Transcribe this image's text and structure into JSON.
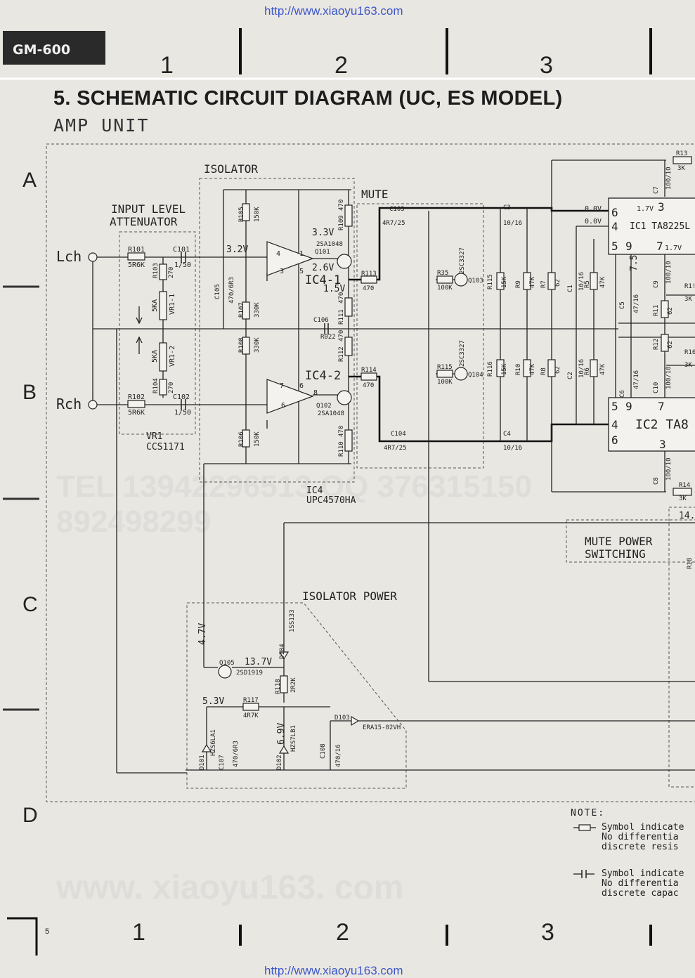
{
  "watermark_url_top": "http://www.xiaoyu163.com",
  "watermark_url_bottom": "http://www.xiaoyu163.com",
  "watermark_tel": "TEL 13942296513  QQ 376315150  892498299",
  "watermark_site": "www. xiaoyu163. com",
  "model_badge": "GM-600",
  "grid": {
    "columns": [
      "1",
      "2",
      "3"
    ],
    "rows": [
      "A",
      "B",
      "C",
      "D"
    ],
    "page_number": "5"
  },
  "title": "5. SCHEMATIC CIRCUIT DIAGRAM (UC, ES MODEL)",
  "subtitle": "AMP UNIT",
  "blocks": {
    "isolator": "ISOLATOR",
    "mute": "MUTE",
    "input_level": "INPUT LEVEL",
    "attenuator": "ATTENUATOR",
    "isolator_power": "ISOLATOR POWER",
    "mute_power": "MUTE POWER",
    "switching": "SWITCHING"
  },
  "inputs": {
    "left": "Lch",
    "right": "Rch"
  },
  "ic4": {
    "label": "IC4",
    "part": "UPC4570HA",
    "stage1": "IC4-1",
    "stage2": "IC4-2"
  },
  "vr1": {
    "label": "VR1",
    "part": "CCS1171",
    "r1": "VR1-1",
    "r2": "VR1-2",
    "val": "5KA"
  },
  "ic1": {
    "label": "IC1 TA8225L",
    "pin6": "6",
    "pin4": "4",
    "pin5": "5",
    "pin9": "9",
    "pin7": "7",
    "pin3": "3",
    "v3": "1.7V",
    "v7": "1.7V"
  },
  "ic2": {
    "label": "IC2 TA8",
    "pin5": "5",
    "pin9": "9",
    "pin7": "7",
    "pin4": "4",
    "pin6": "6",
    "pin3": "3"
  },
  "voltages": {
    "v32": "3.2V",
    "v33": "3.3V",
    "v26": "2.6V",
    "v15": "1.5V",
    "v0a": "0.0V",
    "v0b": "0.0V",
    "v75": "7.5V",
    "v47": "4.7V",
    "v137": "13.7V",
    "v53": "5.3V",
    "v69": "6.9V",
    "v14": "14."
  },
  "parts": {
    "r101": "R101",
    "r101v": "5R6K",
    "r102": "R102",
    "r102v": "5R6K",
    "r103": "R103",
    "r103v": "270",
    "r104": "R104",
    "r104v": "270",
    "c101": "C101",
    "c101v": "1/50",
    "c102": "C102",
    "c102v": "1/50",
    "r105": "R105",
    "r105v": "150K",
    "r106": "R106",
    "r106v": "150K",
    "r107": "R107",
    "r107v": "330K",
    "r108": "R108",
    "r108v": "330K",
    "c105": "C105",
    "c105v": "470/6R3",
    "c106": "C106",
    "r022": "R022",
    "r109": "R109",
    "r109v": "470",
    "r110": "R110",
    "r110v": "470",
    "r111": "R111",
    "r111v": "470",
    "r112": "R112",
    "r112v": "470",
    "q101": "Q101",
    "q101p": "2SA1048",
    "q102": "Q102",
    "q102p": "2SA1048",
    "r113": "R113",
    "r113v": "470",
    "r114": "R114",
    "r114v": "470",
    "c103": "C103",
    "c103v": "4R7/25",
    "c104": "C104",
    "c104v": "4R7/25",
    "r35": "R35",
    "r35v": "100K",
    "r115b": "R115",
    "r115bv": "100K",
    "q103": "Q103",
    "q104": "Q104",
    "q103p": "2SC3327",
    "q104p": "2SC3327",
    "c3": "C3",
    "c3v": "10/16",
    "c4": "C4",
    "c4v": "10/16",
    "r115": "R115",
    "r115v": "15K",
    "r116": "R116",
    "r116v": "15K",
    "r9": "R9",
    "r9v": "47K",
    "r10": "R10",
    "r10v": "47K",
    "r7": "R7",
    "r7v": "62",
    "r8": "R8",
    "r8v": "62",
    "c1": "C1",
    "c1v": "10/16",
    "c2": "C2",
    "c2v": "10/16",
    "r5": "R5",
    "r5v": "47K",
    "r6": "R6",
    "r6v": "47K",
    "c5": "C5",
    "c5v": "47/16",
    "c6": "C6",
    "c6v": "47/16",
    "r11": "R11",
    "r11v": "62",
    "r12": "R12",
    "r12v": "62",
    "c7": "C7",
    "c7v": "100/10",
    "c8": "C8",
    "c8v": "100/10",
    "c9": "C9",
    "c9v": "100/10",
    "c10": "C10",
    "c10v": "100/10",
    "r13": "R13",
    "r13v": "3K",
    "r14": "R14",
    "r14v": "3K",
    "r15": "R1!",
    "r15v": "3K",
    "r16": "R16",
    "r16v": "3K",
    "r18": "R18",
    "q105": "Q105",
    "q105p": "2SD1919",
    "d104": "D104",
    "d104p": "1SS133",
    "r118": "R118",
    "r118v": "2R2K",
    "r117": "R117",
    "r117v": "4R7K",
    "d103": "D103",
    "d103p": "ERA15-02VH",
    "d101": "D101",
    "d101p": "HZS6LA1",
    "c107": "C107",
    "c107v": "470/6R3",
    "d102": "D102",
    "d102p": "HZS7LB1",
    "c108": "C108",
    "c108v": "470/16"
  },
  "note": {
    "title": "NOTE:",
    "res1": "Symbol indicate",
    "res2": "No differentia",
    "res3": "discrete resis",
    "cap1": "Symbol indicate",
    "cap2": "No differentia",
    "cap3": "discrete capac"
  }
}
